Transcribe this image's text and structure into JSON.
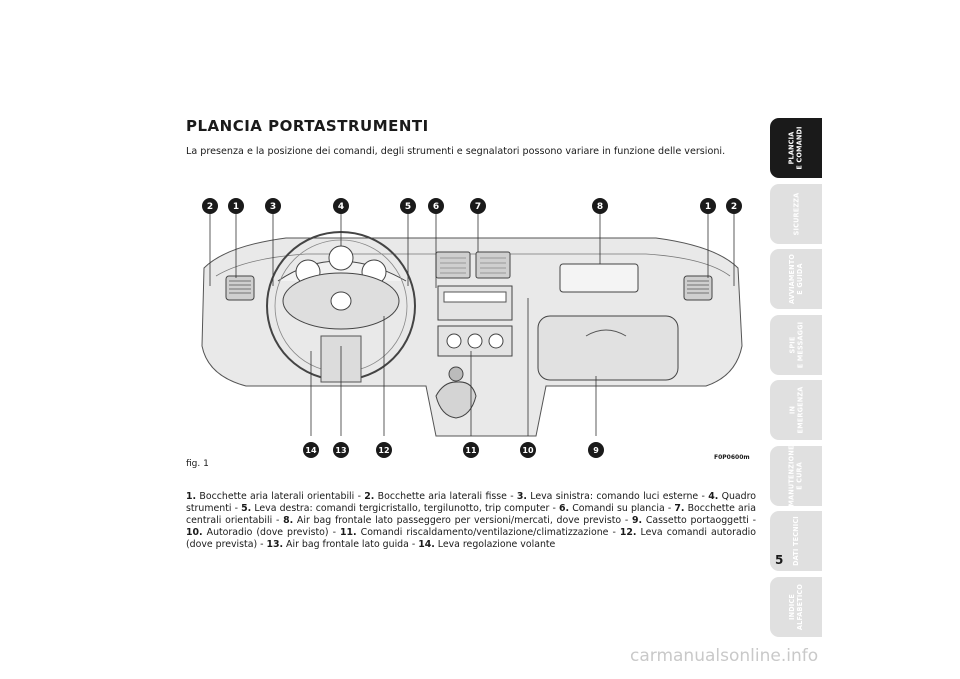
{
  "page": {
    "title": "PLANCIA PORTASTRUMENTI",
    "subtitle": "La presenza e la posizione dei comandi, degli strumenti e segnalatori possono variare in funzione delle versioni.",
    "figure_label": "fig. 1",
    "figure_code": "F0P0600m",
    "page_number": "5",
    "watermark": "carmanualsonline.info"
  },
  "callouts": {
    "top": [
      "2",
      "1",
      "3",
      "4",
      "5",
      "6",
      "7",
      "8",
      "1",
      "2"
    ],
    "bottom": [
      "14",
      "13",
      "12",
      "11",
      "10",
      "9"
    ]
  },
  "caption": [
    {
      "num": "1.",
      "text": " Bocchette aria laterali orientabili - "
    },
    {
      "num": "2.",
      "text": " Bocchette aria laterali fisse - "
    },
    {
      "num": "3.",
      "text": " Leva sinistra: comando luci esterne - "
    },
    {
      "num": "4.",
      "text": " Quadro strumenti - "
    },
    {
      "num": "5.",
      "text": " Leva destra: comandi tergicristallo, tergilunotto, trip computer - "
    },
    {
      "num": "6.",
      "text": " Comandi su plancia - "
    },
    {
      "num": "7.",
      "text": " Bocchette aria centrali orientabili - "
    },
    {
      "num": "8.",
      "text": " Air bag frontale lato passeggero per versioni/mercati, dove previsto - "
    },
    {
      "num": "9.",
      "text": " Cassetto portaoggetti - "
    },
    {
      "num": "10.",
      "text": " Autoradio (dove previsto) - "
    },
    {
      "num": "11.",
      "text": " Comandi riscaldamento/ventilazione/climatizzazione - "
    },
    {
      "num": "12.",
      "text": " Leva comandi autoradio (dove prevista) - "
    },
    {
      "num": "13.",
      "text": " Air bag frontale lato guida - "
    },
    {
      "num": "14.",
      "text": " Leva regolazione volante"
    }
  ],
  "side_tabs": [
    {
      "label": "PLANCIA\nE COMANDI",
      "active": true
    },
    {
      "label": "SICUREZZA",
      "active": false
    },
    {
      "label": "AVVIAMENTO\nE GUIDA",
      "active": false
    },
    {
      "label": "SPIE\nE MESSAGGI",
      "active": false
    },
    {
      "label": "IN\nEMERGENZA",
      "active": false
    },
    {
      "label": "MANUTENZIONE\nE CURA",
      "active": false
    },
    {
      "label": "DATI TECNICI",
      "active": false
    },
    {
      "label": "INDICE\nALFABETICO",
      "active": false
    }
  ]
}
